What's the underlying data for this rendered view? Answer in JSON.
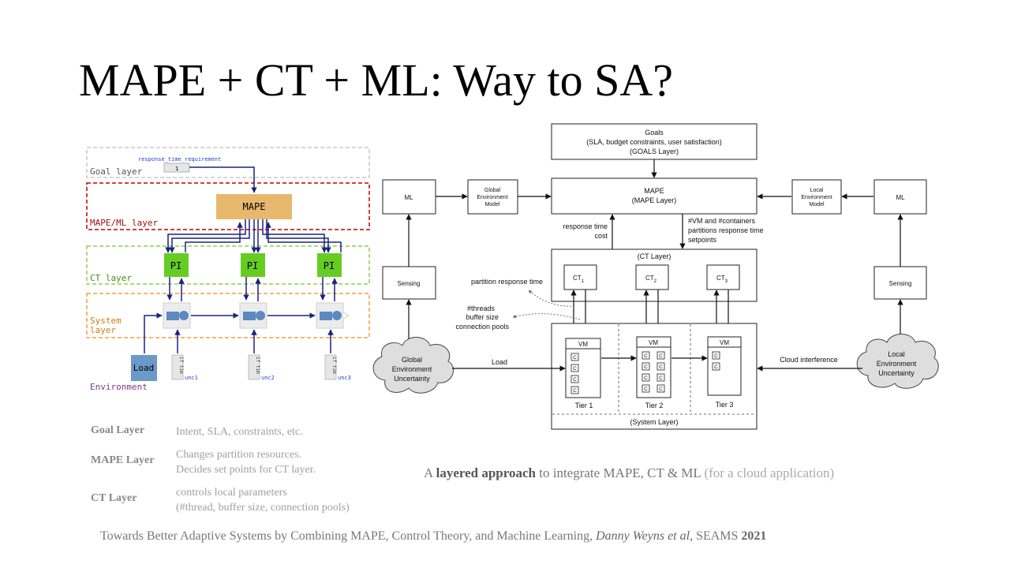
{
  "slide": {
    "title": "MAPE + CT + ML: Way to SA?"
  },
  "left_diagram": {
    "requirement_label": "response_time_requirement",
    "requirement_value": "1",
    "goal_layer": "Goal layer",
    "mape_ml_layer": "MAPE/ML layer",
    "ct_layer": "CT layer",
    "system_layer_line1": "System",
    "system_layer_line2": "layer",
    "mape_box": "MAPE",
    "pi_labels": [
      "PI",
      "PI",
      "PI"
    ],
    "load_box": "Load",
    "environment": "Environment",
    "unc_labels": [
      "unc1",
      "unc2",
      "unc3"
    ],
    "unc_device_text": "if tim",
    "colors": {
      "goal": "#c8c8c8",
      "mape_ml": "#c00000",
      "ct": "#8fd14f",
      "system": "#f0a040",
      "mape_box": "#e8b86d",
      "pi_box": "#66cc22",
      "load_box": "#6b9ac9",
      "arrows": "#1a237e"
    }
  },
  "right_diagram": {
    "goals_line1": "Goals",
    "goals_line2": "(SLA, budget constraints, user satisfaction)",
    "goals_line3": "(GOALS Layer)",
    "mape_line1": "MAPE",
    "mape_line2": "(MAPE Layer)",
    "ml_left": "ML",
    "ml_right": "ML",
    "global_model": [
      "Global",
      "Environment",
      "Model"
    ],
    "local_model": [
      "Local",
      "Environment",
      "Model"
    ],
    "sensing_left": "Sensing",
    "sensing_right": "Sensing",
    "response_time_cost": [
      "response time",
      "cost"
    ],
    "vm_containers": [
      "#VM and #containers",
      "partitions response time",
      "setpoints"
    ],
    "ct_layer": "(CT Layer)",
    "ct_base": [
      "CT",
      "CT",
      "CT"
    ],
    "ct_sub": [
      "1",
      "2",
      "3"
    ],
    "partition_response_time": "partition response time",
    "threads": [
      "#threads",
      "buffer size",
      "connection pools"
    ],
    "global_uncertainty": [
      "Global",
      "Environment",
      "Uncertainty"
    ],
    "local_uncertainty": [
      "Local",
      "Environment",
      "Uncertainty"
    ],
    "load": "Load",
    "cloud_interference": "Cloud interference",
    "vm": "VM",
    "container": "C",
    "tiers": [
      "Tier 1",
      "Tier 2",
      "Tier 3"
    ],
    "system_layer": "(System Layer)"
  },
  "layers_table": [
    {
      "key": "Goal Layer",
      "lines": [
        "Intent, SLA, constraints, etc."
      ]
    },
    {
      "key": "MAPE Layer",
      "lines": [
        "Changes partition resources.",
        "Decides set points for CT layer."
      ]
    },
    {
      "key": "CT Layer",
      "lines": [
        "controls local parameters",
        "(#thread, buffer size, connection pools)"
      ]
    }
  ],
  "caption": {
    "prefix": "A ",
    "bold": "layered approach",
    "middle": " to integrate MAPE, CT & ML ",
    "muted": "(for a cloud application)"
  },
  "reference": {
    "text": "Towards Better Adaptive Systems by Combining MAPE, Control Theory, and Machine Learning, ",
    "authors": "Danny Weyns et al,",
    "venue": " SEAMS ",
    "year": "2021"
  }
}
